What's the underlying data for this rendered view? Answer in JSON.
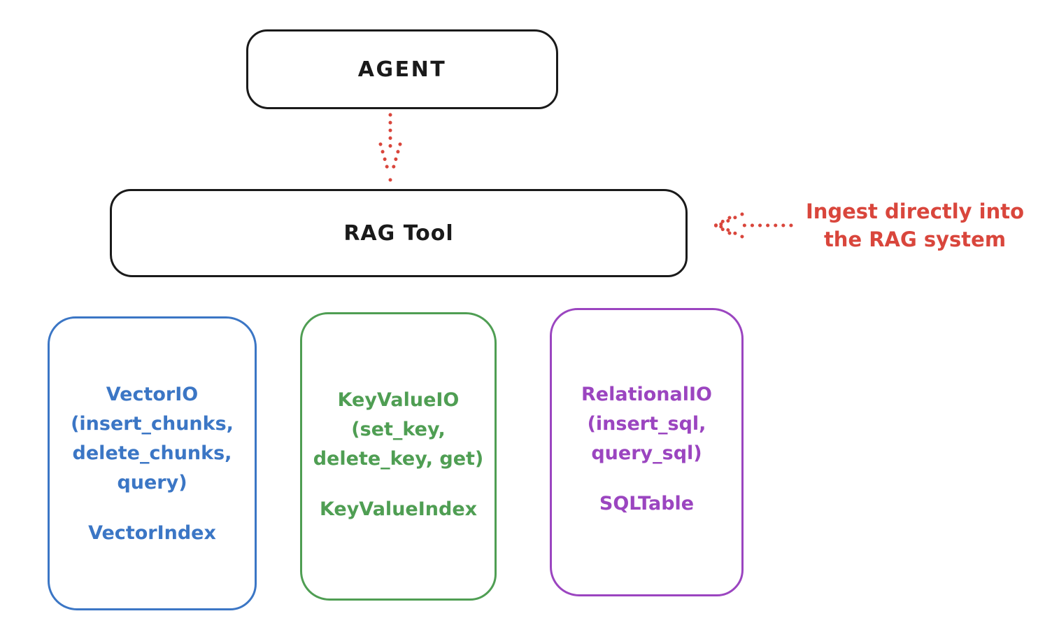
{
  "diagram": {
    "agent_box": {
      "label": "AGENT"
    },
    "rag_tool_box": {
      "label": "RAG Tool"
    },
    "annotation": {
      "lines": [
        "Ingest directly into",
        "the RAG system"
      ],
      "color": "#d9463c"
    },
    "stores": [
      {
        "name": "vector-io",
        "color": "#3b76c5",
        "lines": [
          "VectorIO",
          "(insert_chunks,",
          "delete_chunks,",
          "query)"
        ],
        "index_label": "VectorIndex"
      },
      {
        "name": "keyvalue-io",
        "color": "#4f9e53",
        "lines": [
          "KeyValueIO",
          "(set_key,",
          "delete_key, get)"
        ],
        "index_label": "KeyValueIndex"
      },
      {
        "name": "relational-io",
        "color": "#9b45c0",
        "lines": [
          "RelationalIO",
          "(insert_sql,",
          "query_sql)"
        ],
        "index_label": "SQLTable"
      }
    ],
    "colors": {
      "box_stroke": "#1a1a1a",
      "arrow_red": "#d9463c",
      "background": "#ffffff"
    }
  }
}
